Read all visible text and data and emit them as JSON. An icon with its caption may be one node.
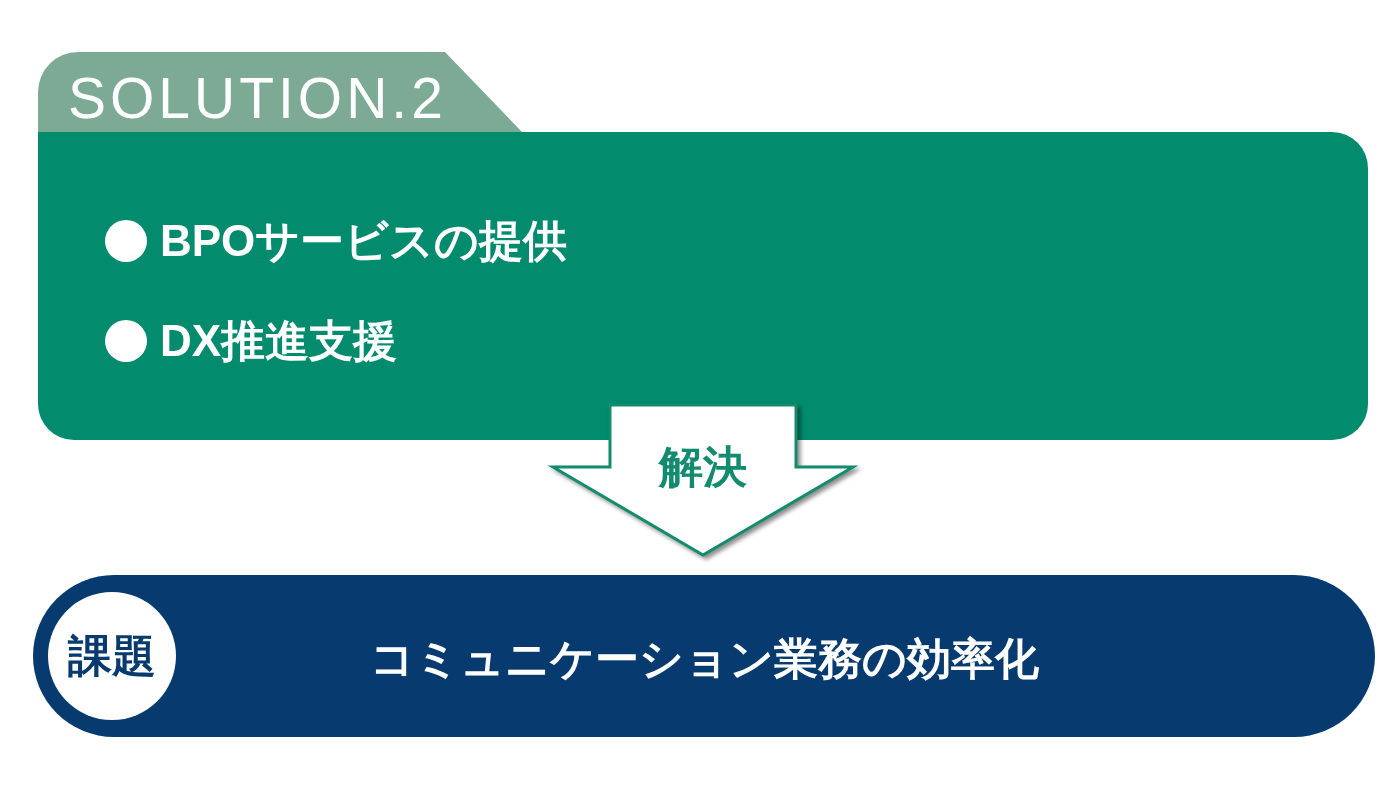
{
  "diagram": {
    "nodes": [
      {
        "text": [
          "SOLUTION.2",
          "BPOサービスの提供",
          "DX推進支援"
        ]
      },
      {
        "text": [
          "コミュニケーション業務の効率化"
        ]
      },
      {
        "text": [
          "課題"
        ],
        "in": 1
      }
    ],
    "edges": [
      {
        "from": 0,
        "to": 1,
        "arrow": "to",
        "label": "解決"
      }
    ]
  }
}
